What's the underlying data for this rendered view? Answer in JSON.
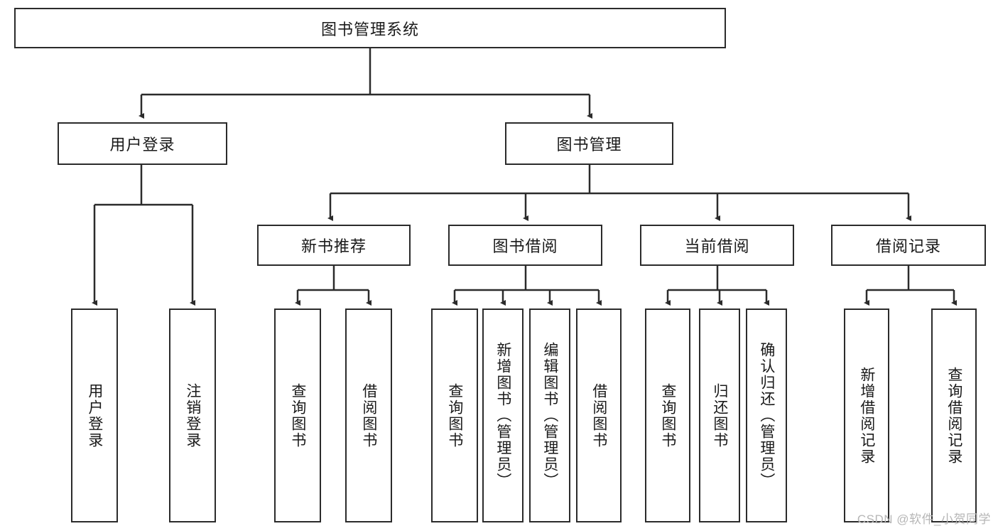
{
  "diagram": {
    "title": "图书管理系统",
    "root": {
      "label": "图书管理系统"
    },
    "level2": [
      {
        "label": "用户登录"
      },
      {
        "label": "图书管理"
      }
    ],
    "level3": [
      {
        "label": "新书推荐"
      },
      {
        "label": "图书借阅"
      },
      {
        "label": "当前借阅"
      },
      {
        "label": "借阅记录"
      }
    ],
    "leaves": {
      "user_login": [
        {
          "label": "用户登录"
        },
        {
          "label": "注销登录"
        }
      ],
      "new_book_recommend": [
        {
          "label": "查询图书"
        },
        {
          "label": "借阅图书"
        }
      ],
      "book_borrow": [
        {
          "label": "查询图书"
        },
        {
          "label": "新增图书（管理员）"
        },
        {
          "label": "编辑图书（管理员）"
        },
        {
          "label": "借阅图书"
        }
      ],
      "current_borrow": [
        {
          "label": "查询图书"
        },
        {
          "label": "归还图书"
        },
        {
          "label": "确认归还（管理员）"
        }
      ],
      "borrow_record": [
        {
          "label": "新增借阅记录"
        },
        {
          "label": "查询借阅记录"
        }
      ]
    }
  },
  "watermark": {
    "text": "CSDN @软件_小贺同学"
  },
  "colors": {
    "stroke": "#2b2b2b",
    "background": "#ffffff",
    "text": "#1a1a1a",
    "watermark": "#b6b6b6"
  }
}
